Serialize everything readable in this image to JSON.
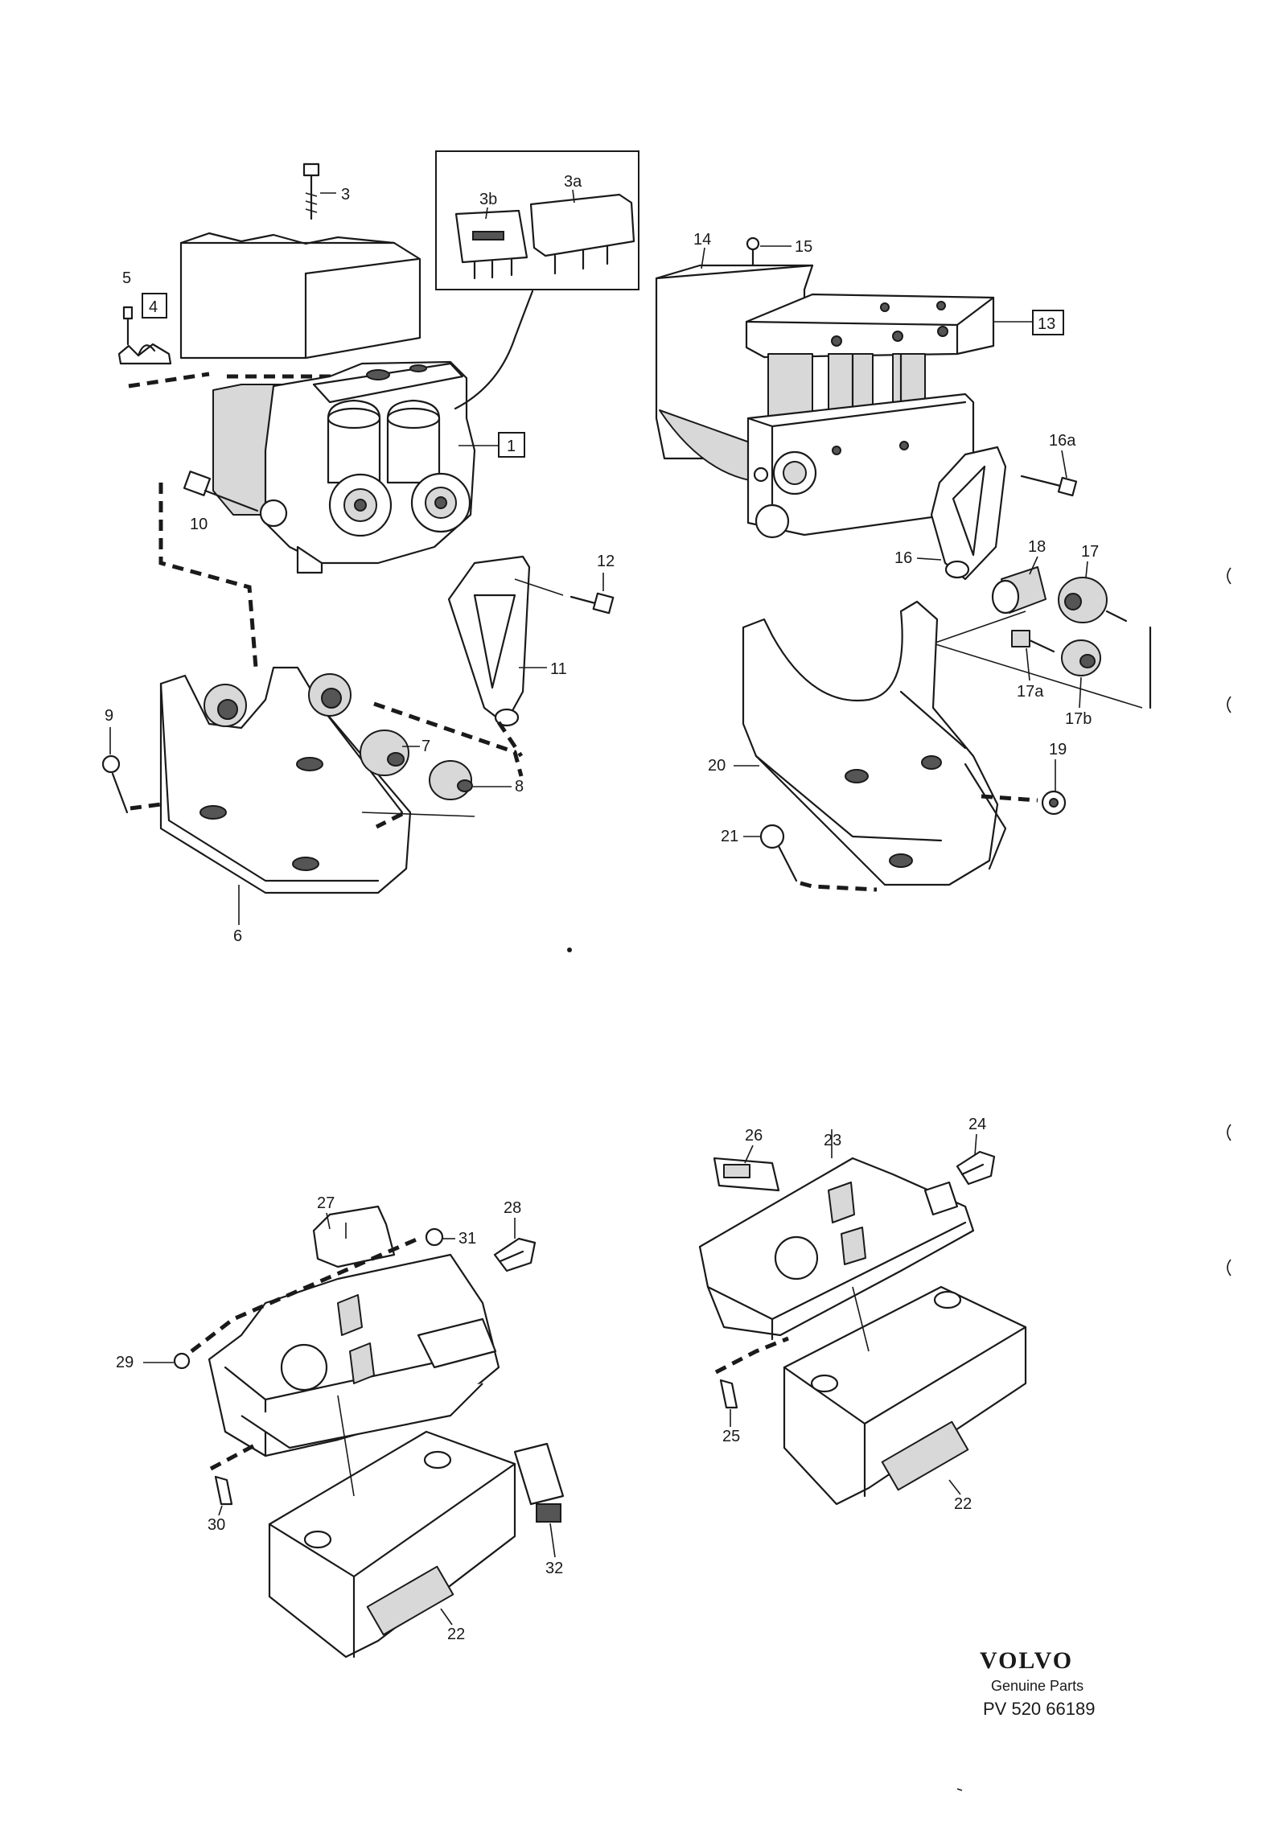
{
  "callouts": {
    "c1": "1",
    "c3": "3",
    "c3a": "3a",
    "c3b": "3b",
    "c4": "4",
    "c5": "5",
    "c6": "6",
    "c7": "7",
    "c8": "8",
    "c9": "9",
    "c10": "10",
    "c11": "11",
    "c12": "12",
    "c13": "13",
    "c14": "14",
    "c15": "15",
    "c16": "16",
    "c16a": "16a",
    "c17": "17",
    "c17a": "17a",
    "c17b": "17b",
    "c18": "18",
    "c19": "19",
    "c20": "20",
    "c21": "21",
    "c22a": "22",
    "c22b": "22",
    "c23": "23",
    "c24": "24",
    "c25": "25",
    "c26": "26",
    "c27": "27",
    "c28": "28",
    "c29": "29",
    "c30": "30",
    "c31": "31",
    "c32": "32"
  },
  "footer": {
    "brand": "VOLVO",
    "subtitle": "Genuine Parts",
    "part_number": "PV 520 66189"
  },
  "icons": [
    "volvo-logo",
    "hydraulic-unit",
    "relay",
    "bracket",
    "control-module"
  ]
}
